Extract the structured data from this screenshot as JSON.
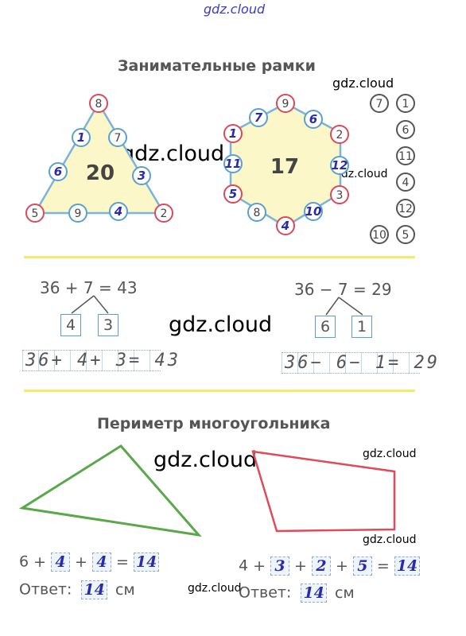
{
  "watermark": "gdz.cloud",
  "section1": {
    "title": "Занимательные  рамки",
    "triangle": {
      "center": "20",
      "nodes": {
        "top": "8",
        "left_mid1": "1",
        "right_mid1": "7",
        "left_mid2": "6",
        "right_mid2": "3",
        "bottom_left": "5",
        "bottom_mid1": "9",
        "bottom_mid2": "4",
        "bottom_right": "2"
      }
    },
    "hexagon": {
      "center": "17",
      "nodes": {
        "top": "9",
        "tl": "7",
        "tr": "6",
        "l1": "1",
        "r1": "2",
        "l2": "11",
        "r2": "12",
        "l3": "5",
        "r3": "3",
        "bl": "8",
        "br": "10",
        "bottom": "4"
      }
    },
    "side_numbers": [
      [
        "7",
        "1"
      ],
      [
        "",
        "6"
      ],
      [
        "",
        "11"
      ],
      [
        "",
        "4"
      ],
      [
        "",
        "12"
      ],
      [
        "10",
        "5"
      ]
    ]
  },
  "section2": {
    "left": {
      "expr": "36 + 7 = 43",
      "split": [
        "4",
        "3"
      ],
      "solution": "36+ 4+ 3= 43"
    },
    "right": {
      "expr": "36 − 7 = 29",
      "split": [
        "6",
        "1"
      ],
      "solution": "36− 6− 1= 29"
    }
  },
  "section3": {
    "title": "Периметр  многоугольника",
    "left": {
      "terms": [
        "6",
        "4",
        "4"
      ],
      "result": "14",
      "answer_label": "Ответ:",
      "answer": "14",
      "unit": "см"
    },
    "right": {
      "terms": [
        "4",
        "3",
        "2",
        "5"
      ],
      "result": "14",
      "answer_label": "Ответ:",
      "answer": "14",
      "unit": "см"
    }
  },
  "colors": {
    "red_circle": "#d94a5a",
    "blue_circle": "#5aa0d0",
    "fill": "#fbf7c8",
    "line_blue": "#7ab4dc",
    "divider": "#f2ec6a",
    "triangle_green": "#5aa84a",
    "quad_red": "#e04a5a",
    "handwriting": "#2b2ba8"
  }
}
